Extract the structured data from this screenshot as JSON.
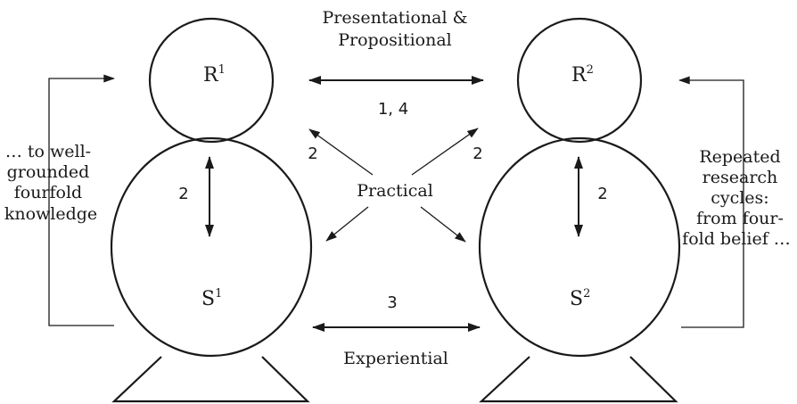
{
  "labels": {
    "presentational_line1": "Presentational &",
    "presentational_line2": "Propositional",
    "r1_base": "R",
    "r1_sup": "1",
    "r2_base": "R",
    "r2_sup": "2",
    "s1_base": "S",
    "s1_sup": "1",
    "s2_base": "S",
    "s2_sup": "2",
    "num_1_4": "1, 4",
    "num_2_left_diag": "2",
    "num_2_right_diag": "2",
    "num_2_left_vert": "2",
    "num_2_right_vert": "2",
    "num_3": "3",
    "practical": "Practical",
    "experiential": "Experiential",
    "left_text": [
      "… to well-",
      "grounded",
      "fourfold",
      "knowledge"
    ],
    "right_text": [
      "Repeated",
      "research",
      "cycles:",
      "from four-",
      "fold belief …"
    ]
  }
}
